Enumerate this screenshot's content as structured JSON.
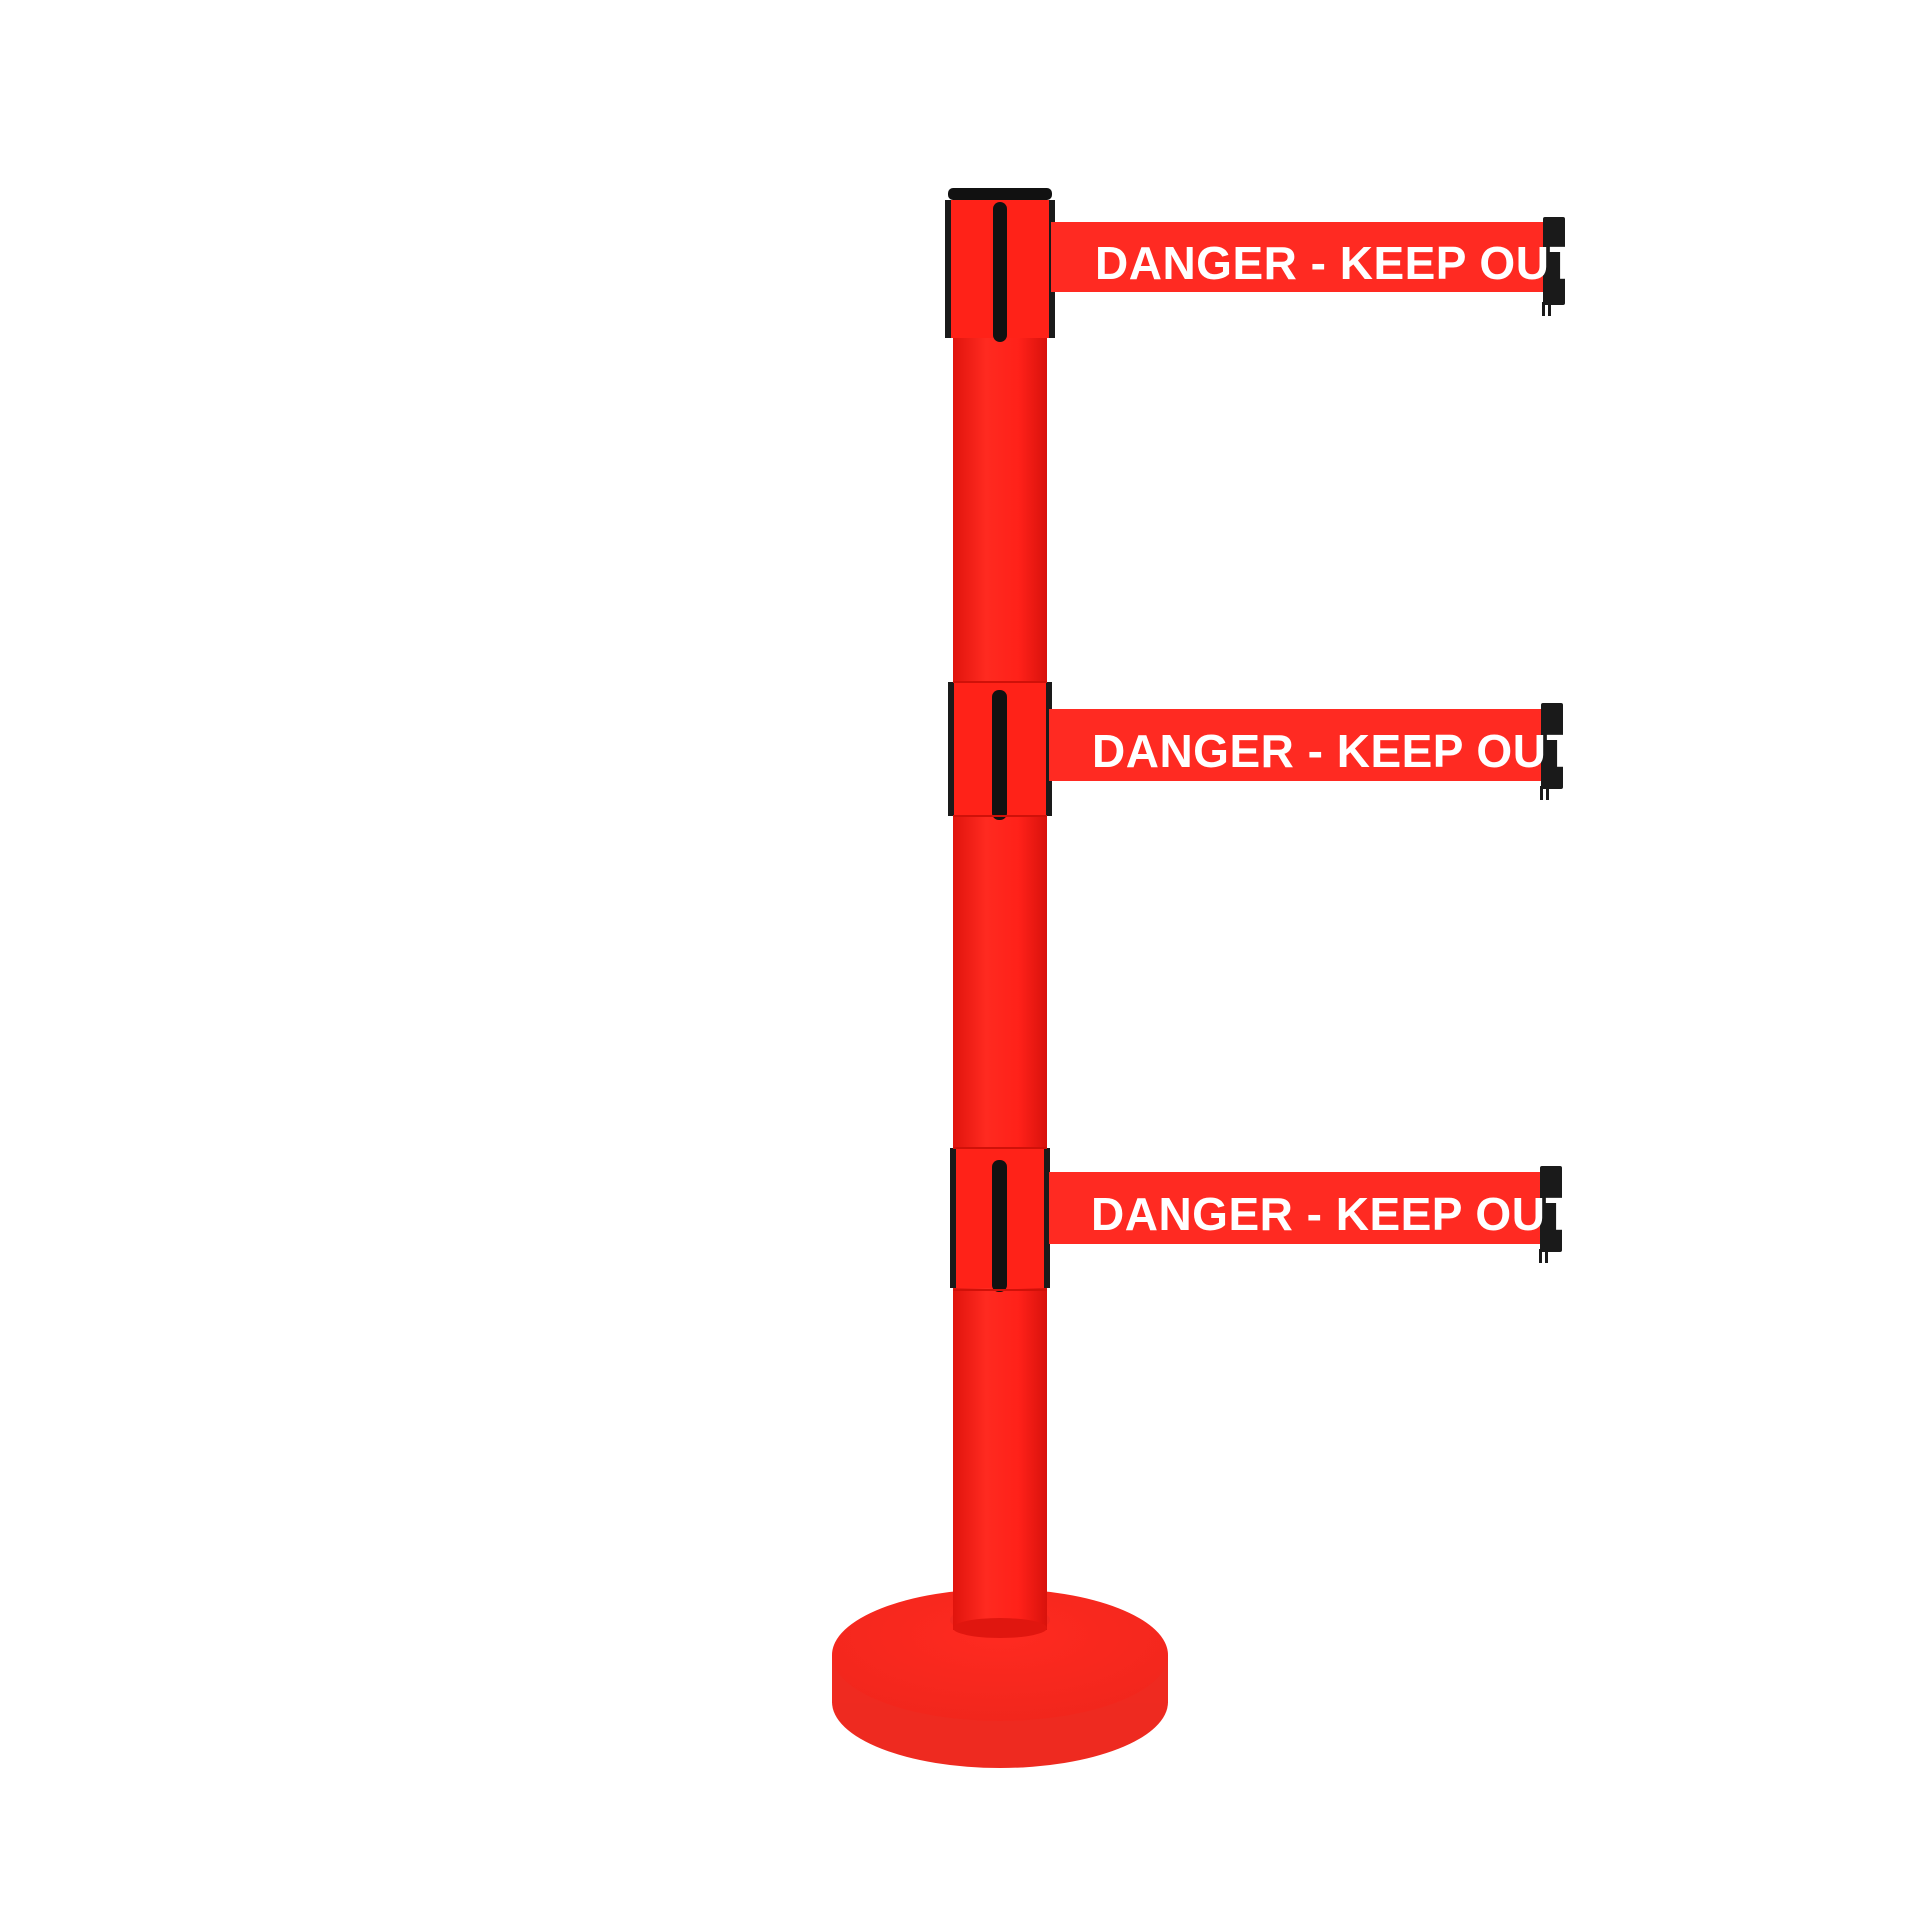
{
  "belts": [
    {
      "label": "DANGER - KEEP OUT"
    },
    {
      "label": "DANGER - KEEP OUT"
    },
    {
      "label": "DANGER - KEEP OUT"
    }
  ],
  "colors": {
    "post": "#ff2218",
    "belt": "#ff2a22",
    "hardware": "#1a1a1a",
    "belt_text": "#ffffff",
    "background": "#ffffff"
  }
}
